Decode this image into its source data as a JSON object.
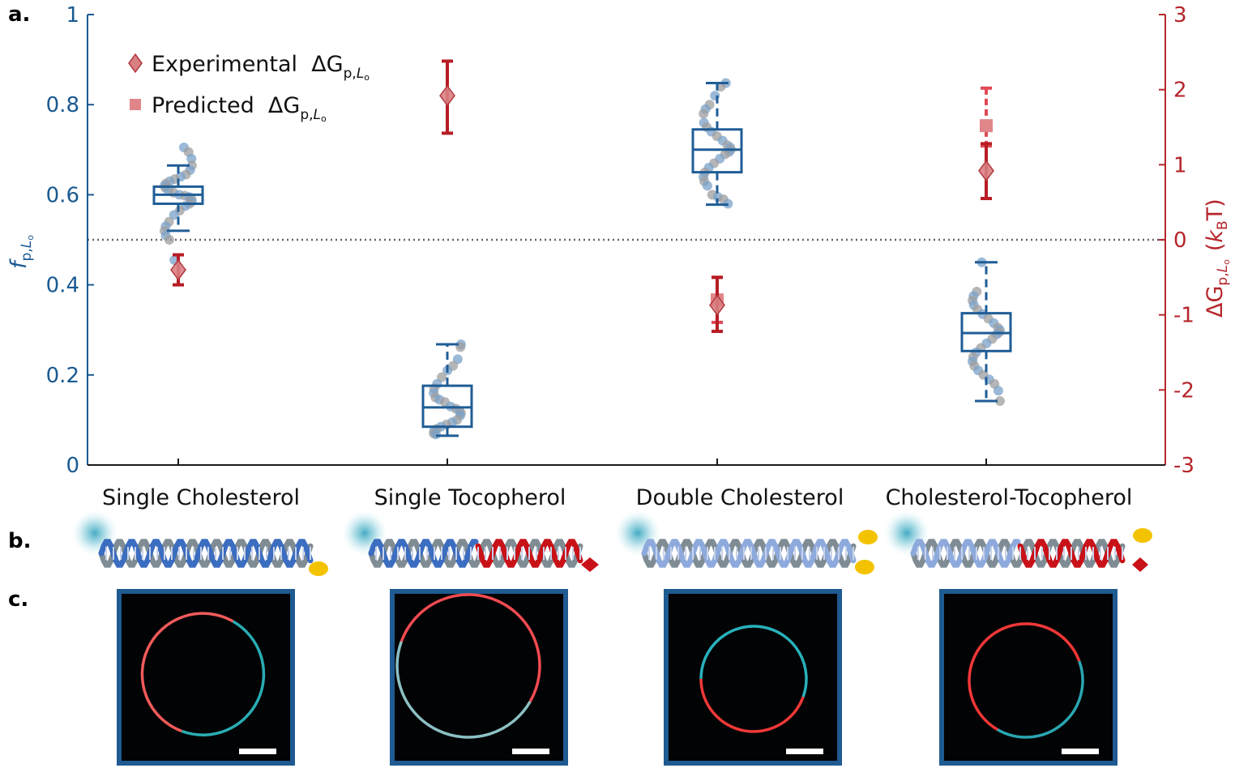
{
  "panel_labels": {
    "a": "a.",
    "b": "b.",
    "c": "c."
  },
  "colors": {
    "left_axis": "#1a5a91",
    "right_axis": "#b5262b",
    "box": "#1f5d96",
    "point_blue": "#7aa2c9",
    "point_grey": "#9e9e9e",
    "exp_marker": "#d98083",
    "exp_edge": "#b13a3f",
    "pred_marker": "#e0858a",
    "reference_line": "#666666",
    "dna_blue": "#3b6dc0",
    "dna_light": "#8eaadd",
    "dna_grey": "#7f8c93",
    "dna_red": "#c91118",
    "tag_yellow": "#f3c300",
    "micrograph_frame": "#1f5a91"
  },
  "chart_data": {
    "type": "box",
    "categories": [
      "Single Cholesterol",
      "Single Tocopherol",
      "Double Cholesterol",
      "Cholesterol-Tocopherol"
    ],
    "left_axis": {
      "label_main": "f",
      "label_sub": "p,",
      "label_subsub": "L",
      "label_subsubsub": "o",
      "ylim": [
        0,
        1
      ],
      "ticks": [
        0,
        0.2,
        0.4,
        0.6,
        0.8,
        1
      ],
      "tick_labels": [
        "0",
        "0.2",
        "0.4",
        "0.6",
        "0.8",
        "1"
      ]
    },
    "right_axis": {
      "label_pre": "ΔG",
      "label_sub": "p,",
      "label_subsub": "L",
      "label_subsubsub": "o",
      "label_open": "(",
      "label_k": "k",
      "label_ksub": "B",
      "label_T": "T)",
      "ylim": [
        -3,
        3
      ],
      "ticks": [
        -3,
        -2,
        -1,
        0,
        1,
        2,
        3
      ],
      "tick_labels": [
        "-3",
        "-2",
        "-1",
        "0",
        "1",
        "2",
        "3"
      ]
    },
    "reference_line_left": 0.5,
    "legend": {
      "placement": "top-left",
      "entries": [
        {
          "text": "Experimental  ΔG",
          "sub": "p,",
          "subsub": "L",
          "subsubsub": "o",
          "marker": "diamond"
        },
        {
          "text": "Predicted  ΔG",
          "sub": "p,",
          "subsub": "L",
          "subsubsub": "o",
          "marker": "square"
        }
      ]
    },
    "boxes": [
      {
        "category": "Single Cholesterol",
        "whisker_low": 0.52,
        "q1": 0.58,
        "median": 0.6,
        "q3": 0.618,
        "whisker_high": 0.665,
        "points": [
          0.705,
          0.695,
          0.68,
          0.665,
          0.655,
          0.645,
          0.64,
          0.635,
          0.63,
          0.625,
          0.62,
          0.615,
          0.61,
          0.605,
          0.6,
          0.598,
          0.595,
          0.59,
          0.585,
          0.58,
          0.575,
          0.565,
          0.555,
          0.54,
          0.53,
          0.52,
          0.51,
          0.5,
          0.455
        ]
      },
      {
        "category": "Single Tocopherol",
        "whisker_low": 0.065,
        "q1": 0.085,
        "median": 0.128,
        "q3": 0.176,
        "whisker_high": 0.268,
        "points": [
          0.268,
          0.262,
          0.235,
          0.22,
          0.21,
          0.195,
          0.18,
          0.17,
          0.16,
          0.15,
          0.145,
          0.14,
          0.13,
          0.125,
          0.12,
          0.115,
          0.11,
          0.1,
          0.095,
          0.09,
          0.085,
          0.08,
          0.075,
          0.07,
          0.068
        ]
      },
      {
        "category": "Double Cholesterol",
        "whisker_low": 0.578,
        "q1": 0.65,
        "median": 0.7,
        "q3": 0.745,
        "whisker_high": 0.848,
        "points": [
          0.848,
          0.84,
          0.82,
          0.8,
          0.79,
          0.78,
          0.76,
          0.75,
          0.74,
          0.73,
          0.72,
          0.71,
          0.705,
          0.7,
          0.695,
          0.69,
          0.68,
          0.67,
          0.66,
          0.65,
          0.64,
          0.63,
          0.62,
          0.6,
          0.595,
          0.59,
          0.58
        ]
      },
      {
        "category": "Cholesterol-Tocopherol",
        "whisker_low": 0.142,
        "q1": 0.253,
        "median": 0.293,
        "q3": 0.337,
        "whisker_high": 0.45,
        "points": [
          0.45,
          0.385,
          0.375,
          0.365,
          0.355,
          0.345,
          0.335,
          0.325,
          0.315,
          0.305,
          0.3,
          0.295,
          0.29,
          0.28,
          0.27,
          0.26,
          0.25,
          0.24,
          0.23,
          0.22,
          0.21,
          0.2,
          0.19,
          0.18,
          0.165,
          0.142
        ]
      }
    ],
    "experimental_dG": [
      {
        "category": "Single Cholesterol",
        "value": -0.4,
        "low": -0.6,
        "high": -0.2
      },
      {
        "category": "Single Tocopherol",
        "value": 1.92,
        "low": 1.42,
        "high": 2.38
      },
      {
        "category": "Double Cholesterol",
        "value": -0.87,
        "low": -1.22,
        "high": -0.5
      },
      {
        "category": "Cholesterol-Tocopherol",
        "value": 0.92,
        "low": 0.55,
        "high": 1.28
      }
    ],
    "predicted_dG": [
      {
        "category": "Double Cholesterol",
        "value": -0.8,
        "low": -1.1,
        "high": -0.5
      },
      {
        "category": "Cholesterol-Tocopherol",
        "value": 1.52,
        "low": 1.25,
        "high": 2.02
      }
    ]
  },
  "schematics": [
    {
      "name": "single-cholesterol",
      "strands": [
        "grey",
        "blue"
      ],
      "tags": [
        "circle"
      ]
    },
    {
      "name": "single-tocopherol",
      "strands": [
        "grey",
        "blue",
        "red"
      ],
      "tags": [
        "diamond"
      ]
    },
    {
      "name": "double-cholesterol",
      "strands": [
        "grey",
        "light"
      ],
      "tags": [
        "circle",
        "circle"
      ]
    },
    {
      "name": "cholesterol-tocopherol",
      "strands": [
        "grey",
        "light",
        "red"
      ],
      "tags": [
        "circle",
        "diamond"
      ]
    }
  ],
  "micrographs": [
    {
      "name": "single-cholesterol"
    },
    {
      "name": "single-tocopherol"
    },
    {
      "name": "double-cholesterol"
    },
    {
      "name": "cholesterol-tocopherol"
    }
  ]
}
